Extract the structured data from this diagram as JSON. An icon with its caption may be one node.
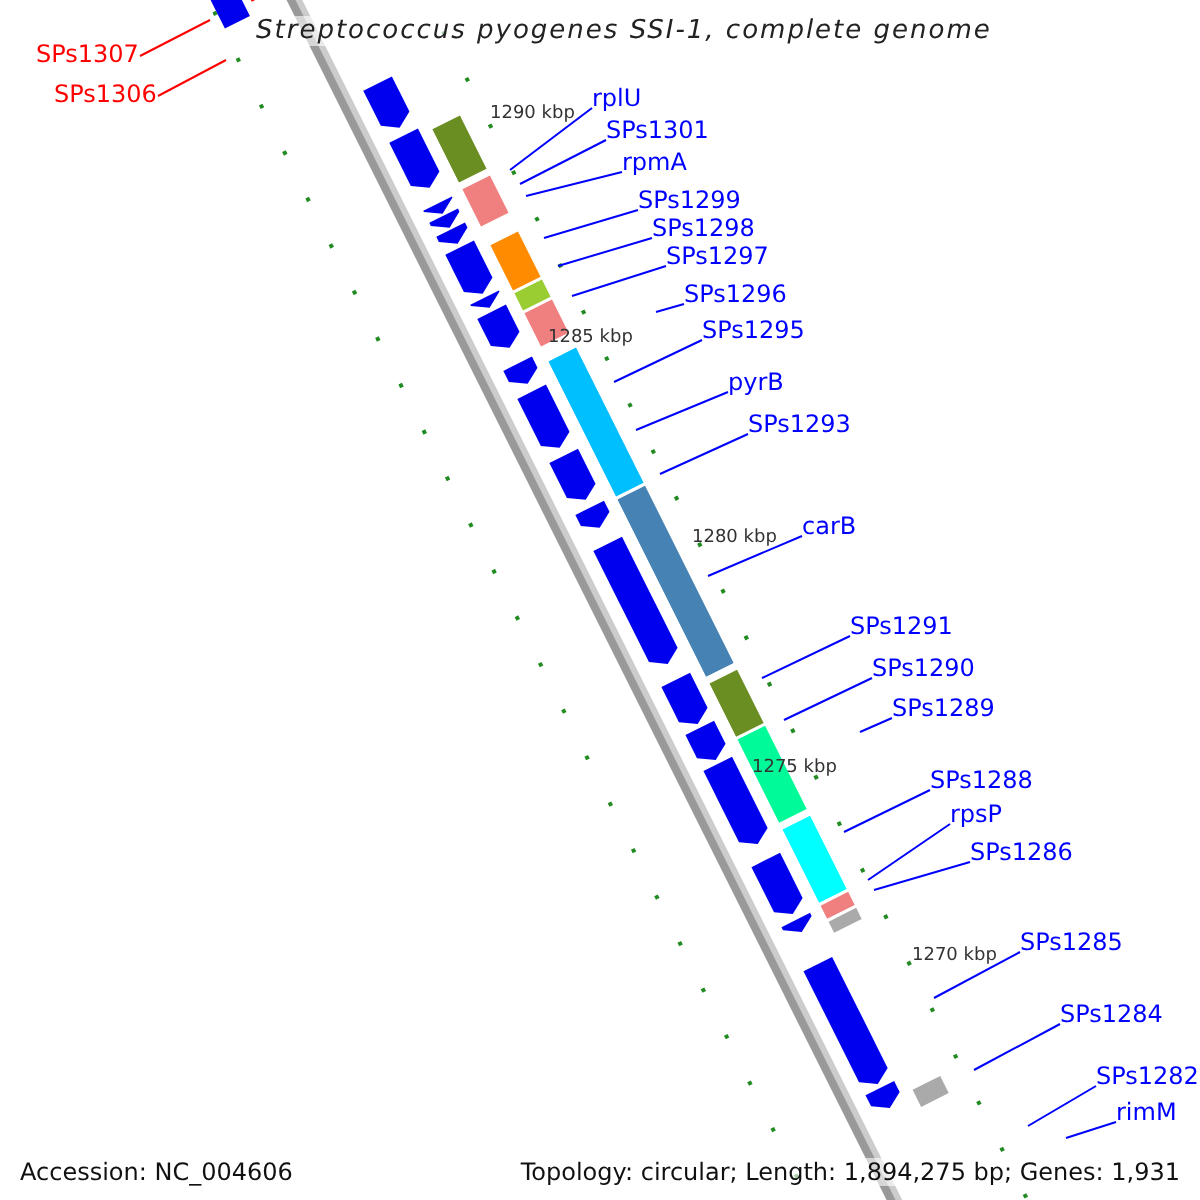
{
  "diagram": {
    "title": "Streptococcus pyogenes SSI-1, complete genome",
    "nodes": [
      {
        "text": [
          "SPs1307"
        ]
      },
      {
        "text": [
          "SPs1306"
        ]
      },
      {
        "text": [
          "rplU"
        ]
      },
      {
        "text": [
          "SPs1301"
        ]
      },
      {
        "text": [
          "rpmA"
        ]
      },
      {
        "text": [
          "SPs1299"
        ]
      },
      {
        "text": [
          "SPs1298"
        ]
      },
      {
        "text": [
          "SPs1297"
        ]
      },
      {
        "text": [
          "SPs1296"
        ]
      },
      {
        "text": [
          "SPs1295"
        ]
      },
      {
        "text": [
          "pyrB"
        ]
      },
      {
        "text": [
          "SPs1293"
        ]
      },
      {
        "text": [
          "carB"
        ]
      },
      {
        "text": [
          "SPs1291"
        ]
      },
      {
        "text": [
          "SPs1290"
        ]
      },
      {
        "text": [
          "SPs1289"
        ]
      },
      {
        "text": [
          "SPs1288"
        ]
      },
      {
        "text": [
          "rpsP"
        ]
      },
      {
        "text": [
          "SPs1286"
        ]
      },
      {
        "text": [
          "SPs1285"
        ]
      },
      {
        "text": [
          "SPs1284"
        ]
      },
      {
        "text": [
          "SPs1282"
        ]
      },
      {
        "text": [
          "rimM"
        ]
      }
    ],
    "edges": [
      {
        "from": 0,
        "to": null,
        "arrow": "none",
        "color": "#ff0000"
      },
      {
        "from": 1,
        "to": null,
        "arrow": "none",
        "color": "#ff0000"
      },
      {
        "from": 2,
        "to": null,
        "arrow": "none"
      },
      {
        "from": 3,
        "to": null,
        "arrow": "none"
      },
      {
        "from": 4,
        "to": null,
        "arrow": "none"
      },
      {
        "from": 5,
        "to": null,
        "arrow": "none"
      },
      {
        "from": 6,
        "to": null,
        "arrow": "none"
      },
      {
        "from": 7,
        "to": null,
        "arrow": "none"
      },
      {
        "from": 8,
        "to": null,
        "arrow": "none"
      },
      {
        "from": 9,
        "to": null,
        "arrow": "none"
      },
      {
        "from": 10,
        "to": null,
        "arrow": "none"
      },
      {
        "from": 11,
        "to": null,
        "arrow": "none"
      },
      {
        "from": 12,
        "to": null,
        "arrow": "none"
      },
      {
        "from": 13,
        "to": null,
        "arrow": "none"
      },
      {
        "from": 14,
        "to": null,
        "arrow": "none"
      },
      {
        "from": 15,
        "to": null,
        "arrow": "none"
      },
      {
        "from": 16,
        "to": null,
        "arrow": "none"
      },
      {
        "from": 17,
        "to": null,
        "arrow": "none"
      },
      {
        "from": 18,
        "to": null,
        "arrow": "none"
      },
      {
        "from": 19,
        "to": null,
        "arrow": "none"
      },
      {
        "from": 20,
        "to": null,
        "arrow": "none"
      },
      {
        "from": 21,
        "to": null,
        "arrow": "none"
      },
      {
        "from": 22,
        "to": null,
        "arrow": "none"
      }
    ],
    "labels": [
      "1290 kbp",
      "1285 kbp",
      "1280 kbp",
      "1275 kbp",
      "1270 kbp",
      "Accession: NC_004606",
      "Topology: circular; Length: 1,894,275 bp; Genes: 1,931"
    ]
  }
}
